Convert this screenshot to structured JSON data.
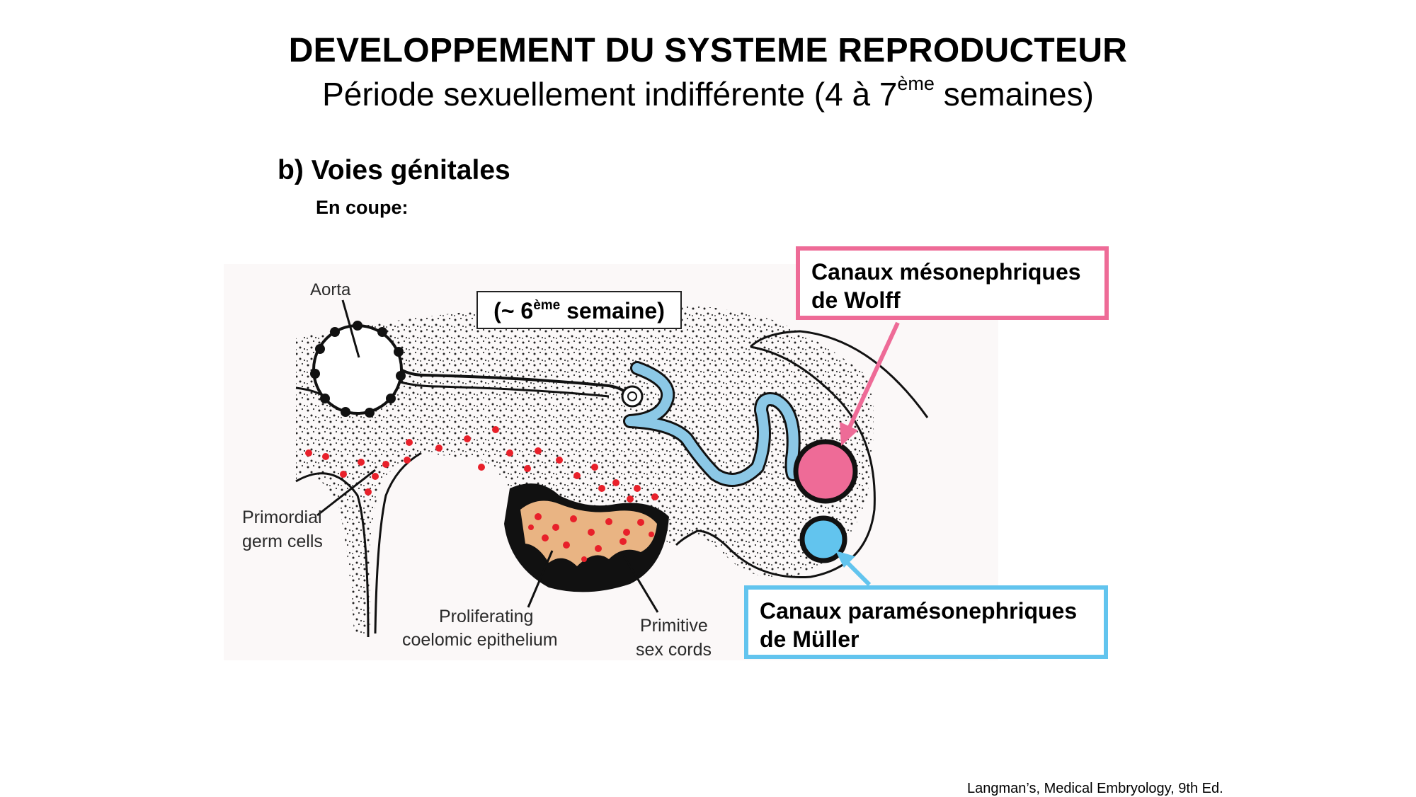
{
  "header": {
    "title": "DEVELOPPEMENT DU SYSTEME REPRODUCTEUR",
    "subtitle_main": "Période sexuellement indifférente (4 à 7",
    "subtitle_sup": "ème",
    "subtitle_end": " semaines)"
  },
  "section": {
    "heading": "b) Voies génitales",
    "subheading": "En coupe:"
  },
  "diagram": {
    "week_label_prefix": "(~ 6",
    "week_label_sup": "ème",
    "week_label_suffix": " semaine)",
    "labels": {
      "aorta": "Aorta",
      "primordial_1": "Primordial",
      "primordial_2": "germ cells",
      "proliferating_1": "Proliferating",
      "proliferating_2": "coelomic epithelium",
      "primitive_1": "Primitive",
      "primitive_2": "sex cords"
    },
    "callouts": {
      "wolff_1": "Canaux mésonephriques",
      "wolff_2": "de Wolff",
      "muller_1": "Canaux paramésonephriques",
      "muller_2": "de Müller"
    },
    "colors": {
      "wolff": "#ee6b97",
      "muller": "#62c4ee",
      "germ_cells": "#e8202a",
      "cords_fill": "#e9b483",
      "mesonephric_tubule": "#8cc8e6"
    }
  },
  "footer": {
    "citation": "Langman’s, Medical Embryology, 9th Ed."
  }
}
